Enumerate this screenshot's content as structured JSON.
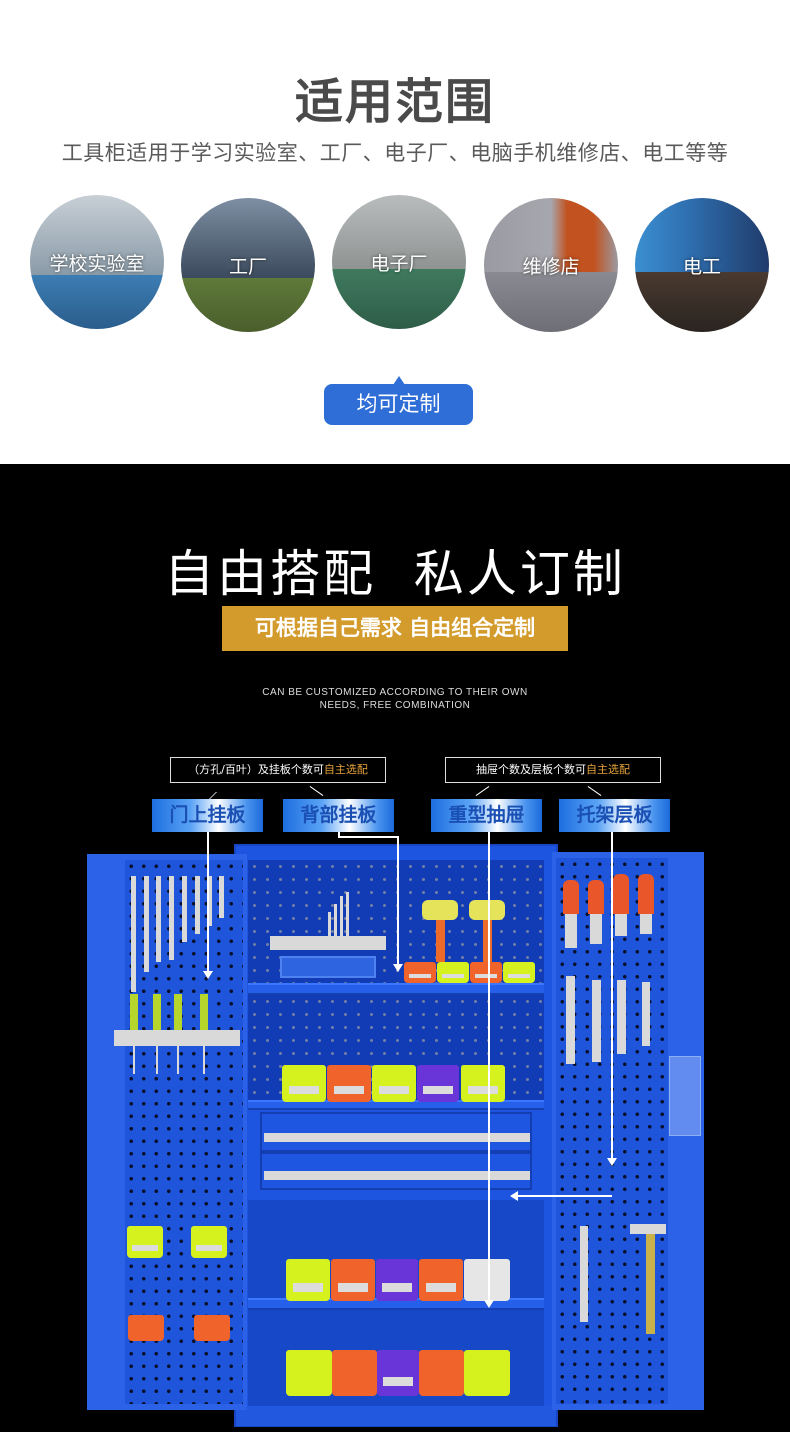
{
  "section_scope": {
    "title": "适用范围",
    "subtitle": "工具柜适用于学习实验室、工厂、电子厂、电脑手机维修店、电工等等",
    "scenes": [
      {
        "label": "学校实验室",
        "image": "laboratory-photo"
      },
      {
        "label": "工厂",
        "image": "factory-photo"
      },
      {
        "label": "电子厂",
        "image": "electronics-factory-photo"
      },
      {
        "label": "维修店",
        "image": "repair-shop-photo"
      },
      {
        "label": "电工",
        "image": "electrician-photo"
      }
    ],
    "custom_badge": "均可定制",
    "accent_color": "#2f6ed6"
  },
  "section_custom": {
    "headline": "自由搭配  私人订制",
    "gold_banner": "可根据自己需求 自由组合定制",
    "gold_color": "#d39b2b",
    "english_line1": "CAN BE CUSTOMIZED ACCORDING TO THEIR OWN",
    "english_line2": "NEEDS, FREE COMBINATION",
    "notes": [
      {
        "prefix": "（方孔/百叶）及挂板个数可",
        "highlight": "自主选配"
      },
      {
        "prefix": "抽屉个数及层板个数可",
        "highlight": "自主选配"
      }
    ],
    "feature_tags": [
      "门上挂板",
      "背部挂板",
      "重型抽屉",
      "托架层板"
    ],
    "cabinet": {
      "body_color": "#1e55e0",
      "bin_colors": {
        "yellow": "#d6f21e",
        "orange": "#f0632a",
        "purple": "#6a35d8",
        "white": "#e6e6e6"
      },
      "tools_left_door": [
        "combination-wrench-set",
        "screwdriver-set",
        "hanging-bins"
      ],
      "tools_right_door": [
        "pliers-set",
        "open-end-wrench-set",
        "adjustable-wrench",
        "hammer"
      ],
      "drawers": 2
    }
  }
}
